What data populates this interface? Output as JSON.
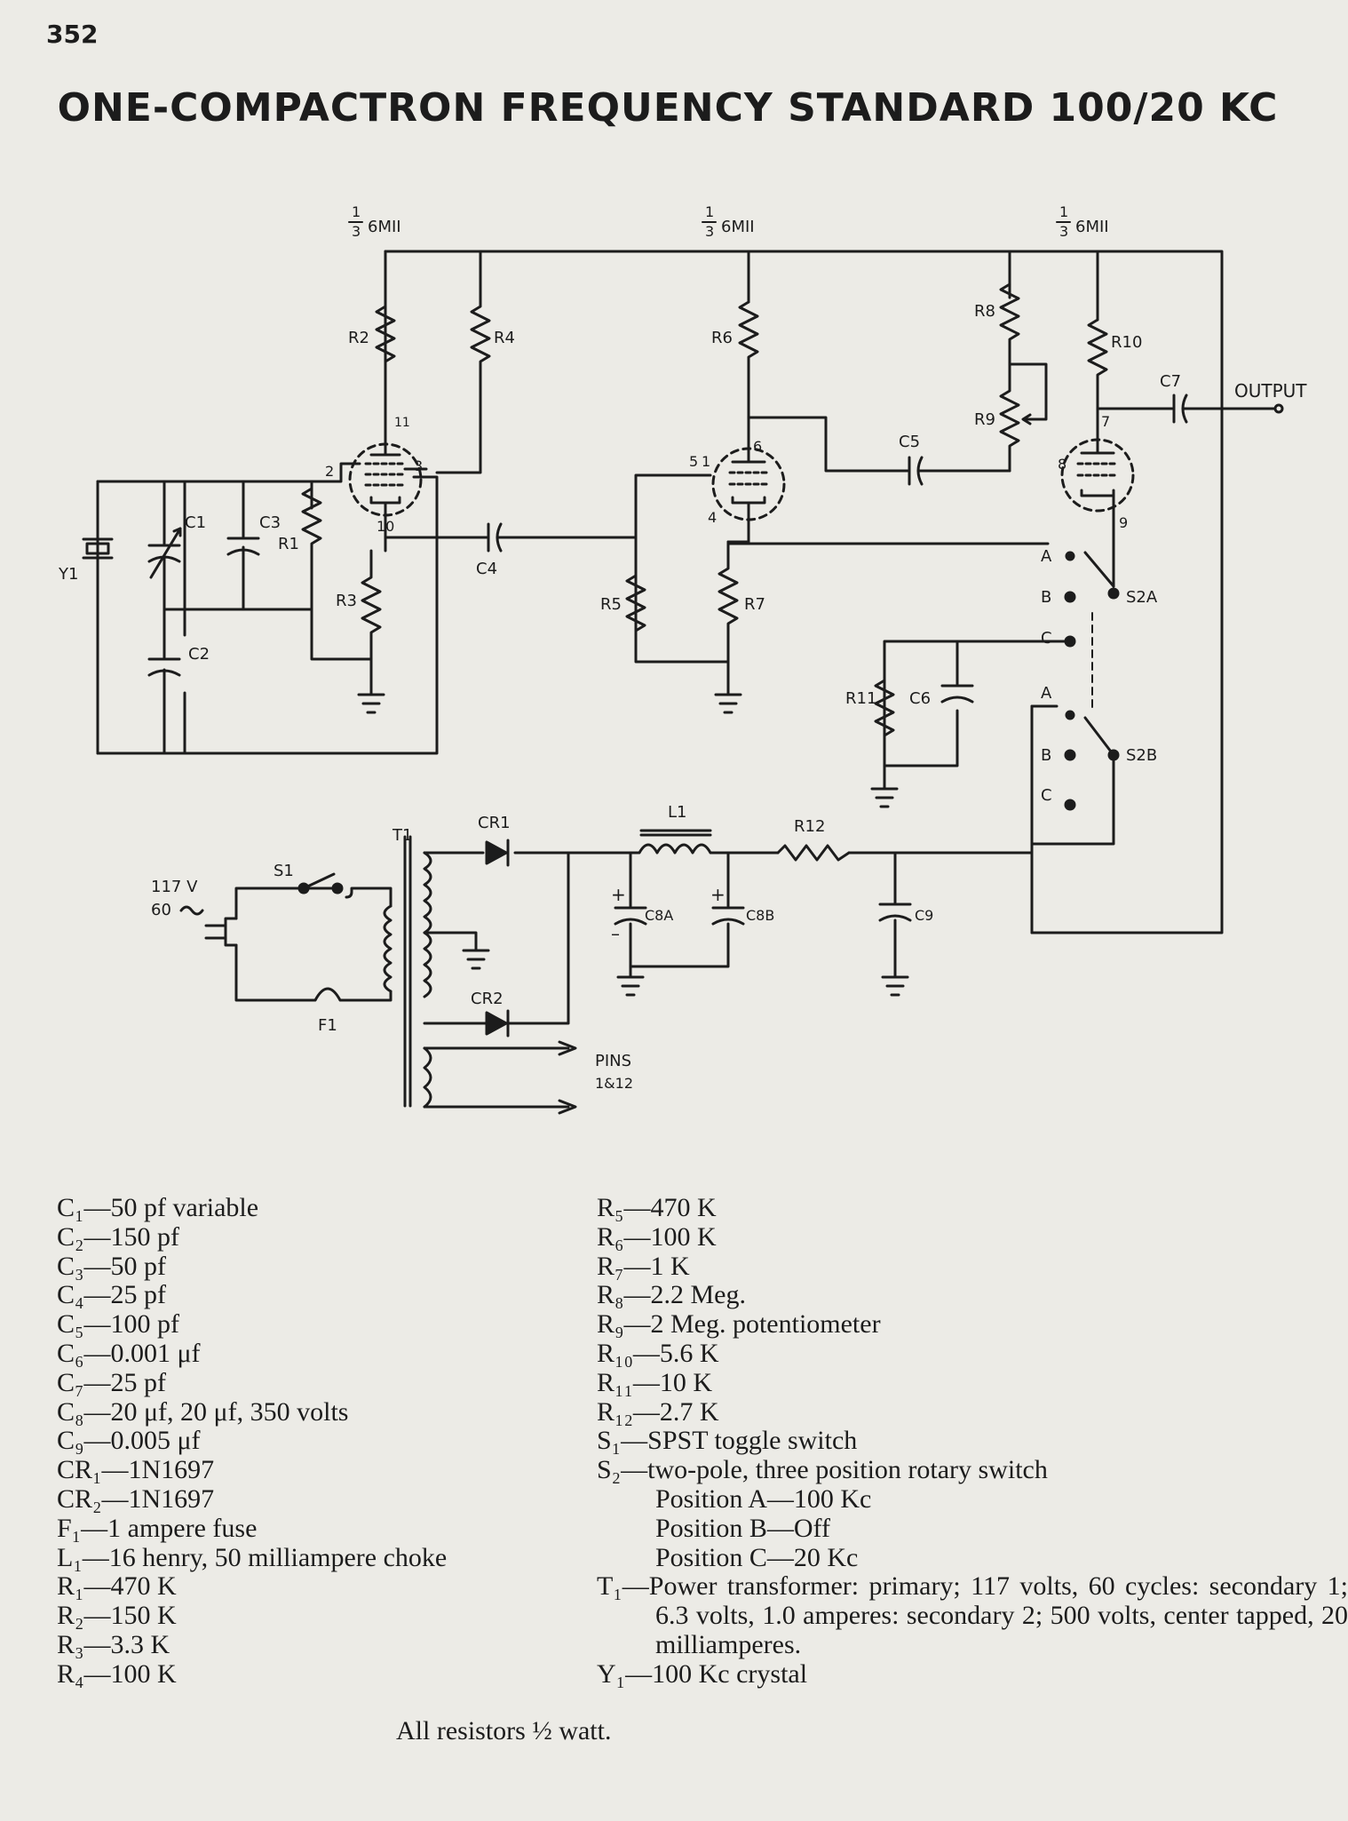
{
  "page_number": "352",
  "title": "ONE-COMPACTRON FREQUENCY STANDARD 100/20 KC",
  "diagram_labels": {
    "tube_left": "6MII",
    "tube_mid": "6MII",
    "tube_right": "6MII",
    "tube_fraction_num": "1",
    "tube_fraction_den": "3",
    "y1": "Y1",
    "c1": "C1",
    "c2": "C2",
    "c3": "C3",
    "c4": "C4",
    "c5": "C5",
    "c6": "C6",
    "c7": "C7",
    "c8a": "C8A",
    "c8b": "C8B",
    "c9": "C9",
    "r1": "R1",
    "r2": "R2",
    "r3": "R3",
    "r4": "R4",
    "r5": "R5",
    "r6": "R6",
    "r7": "R7",
    "r8": "R8",
    "r9": "R9",
    "r10": "R10",
    "r11": "R11",
    "r12": "R12",
    "pin2": "2",
    "pin3": "3",
    "pin10": "10",
    "pin11": "11",
    "pin4": "4",
    "pin5": "5",
    "pin1": "1",
    "pin6": "6",
    "pin7": "7",
    "pin8": "8",
    "pin9": "9",
    "output": "OUTPUT",
    "s2a": "S2A",
    "s2b": "S2B",
    "pos_a": "A",
    "pos_b": "B",
    "pos_c": "C",
    "t1": "T1",
    "cr1": "CR1",
    "cr2": "CR2",
    "l1": "L1",
    "s1": "S1",
    "f1": "F1",
    "mains_v": "117 V",
    "mains_hz": "60",
    "pins": "PINS",
    "pins_num": "1&12",
    "plus": "+",
    "minus": "–"
  },
  "parts_list_left": [
    "C₁—50 pf variable",
    "C₂—150 pf",
    "C₃—50 pf",
    "C₄—25 pf",
    "C₅—100 pf",
    "C₆—0.001 μf",
    "C₇—25 pf",
    "C₈—20 μf, 20 μf, 350 volts",
    "C₉—0.005 μf",
    "CR₁—1N1697",
    "CR₂—1N1697",
    "F₁—1 ampere fuse",
    "L₁—16 henry, 50 milliampere choke",
    "R₁—470 K",
    "R₂—150 K",
    "R₃—3.3 K",
    "R₄—100 K"
  ],
  "parts_list_right": [
    "R₅—470 K",
    "R₆—100 K",
    "R₇—1 K",
    "R₈—2.2 Meg.",
    "R₉—2 Meg. potentiometer",
    "R₁₀—5.6 K",
    "R₁₁—10 K",
    "R₁₂—2.7 K",
    "S₁—SPST toggle switch",
    "S₂—two-pole, three position rotary switch"
  ],
  "s2_positions": [
    "Position A—100 Kc",
    "Position B—Off",
    "Position C—20 Kc"
  ],
  "t1_spec": "T₁—Power transformer: primary; 117 volts, 60 cycles: secondary 1; 6.3 volts, 1.0 amperes: secondary 2; 500 volts, center tapped, 20 milliamperes.",
  "y1_spec": "Y₁—100 Kc crystal",
  "footer_note": "All resistors ½ watt."
}
